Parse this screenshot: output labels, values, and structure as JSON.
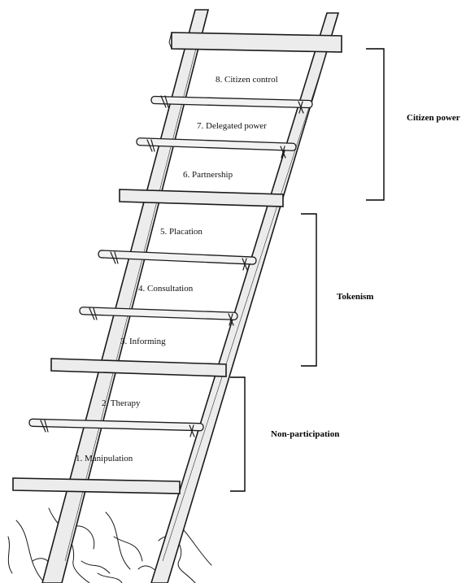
{
  "rungs": [
    {
      "label": "8. Citizen control"
    },
    {
      "label": "7. Delegated power"
    },
    {
      "label": "6. Partnership"
    },
    {
      "label": "5. Placation"
    },
    {
      "label": "4. Consultation"
    },
    {
      "label": "3. Informing"
    },
    {
      "label": "2. Therapy"
    },
    {
      "label": "1. Manipulation"
    }
  ],
  "groups": [
    {
      "label": "Citizen power"
    },
    {
      "label": "Tokenism"
    },
    {
      "label": "Non-participation"
    }
  ]
}
